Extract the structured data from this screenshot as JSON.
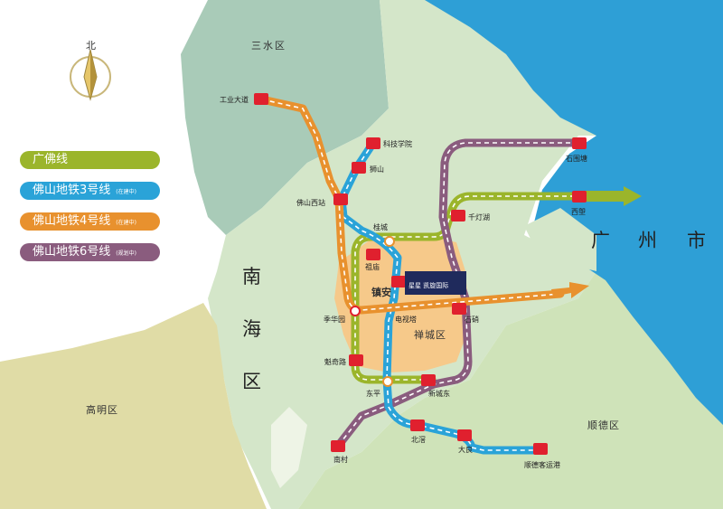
{
  "compass": {
    "north_label": "北"
  },
  "districts": {
    "sanshui": "三水区",
    "gaoming": "高明区",
    "shunde": "顺德区",
    "chancheng": "禅城区",
    "nanhai_1": "南",
    "nanhai_2": "海",
    "nanhai_3": "区",
    "guangzhou_1": "广",
    "guangzhou_2": "州",
    "guangzhou_3": "市",
    "zhenan": "镇安"
  },
  "legend": [
    {
      "name": "广佛线",
      "status": "",
      "color": "#9bb52b"
    },
    {
      "name": "佛山地铁3号线",
      "status": "(在建中)",
      "color": "#2aa3d8"
    },
    {
      "name": "佛山地铁4号线",
      "status": "(在建中)",
      "color": "#e8912e"
    },
    {
      "name": "佛山地铁6号线",
      "status": "(规划中)",
      "color": "#8a5c7e"
    }
  ],
  "stations": {
    "gongyedadao": "工业大道",
    "kejixueyuan": "科技学院",
    "shishan": "狮山",
    "foshanxizhan": "佛山西站",
    "guicheng": "桂城",
    "zumiao": "祖庙",
    "jihuayuan": "季华园",
    "kuiqilu": "魁奇路",
    "dongping": "东平",
    "dianshita": "电视塔",
    "shishuo": "石硝",
    "qiandenghu": "千灯湖",
    "xiwei": "石围塘",
    "xilang": "西塱",
    "xinchengdong": "新城东",
    "beijiao": "北滘",
    "daliang": "大良",
    "nancun": "南村",
    "shundekeyungang": "顺德客运港"
  },
  "project_logo": {
    "text": "星星 凯旋国际"
  },
  "colors": {
    "guangfo": "#9bb52b",
    "line3": "#2aa3d8",
    "line4": "#e8912e",
    "line6": "#8a5c7e",
    "station_marker": "#e0202e",
    "water": "#2e9fd6",
    "core": "#f6c98a"
  }
}
